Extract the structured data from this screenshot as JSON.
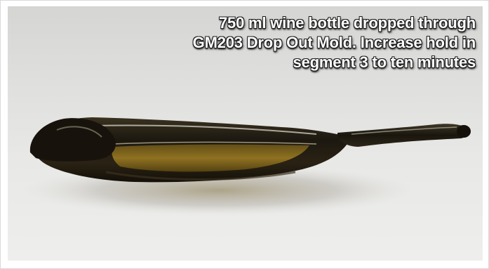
{
  "caption": {
    "line1": "750 ml wine bottle dropped through",
    "line2": "GM203  Drop Out Mold. Increase hold in",
    "line3": "segment 3 to ten minutes"
  },
  "photo": {
    "subject": "slumped-wine-bottle-dish",
    "colors": {
      "background_top": "#d5d5d3",
      "background_bottom": "#eeeeec",
      "glass_dark": "#1e1a10",
      "glass_amber": "#8a6a18",
      "shadow": "#a3a09a"
    }
  }
}
